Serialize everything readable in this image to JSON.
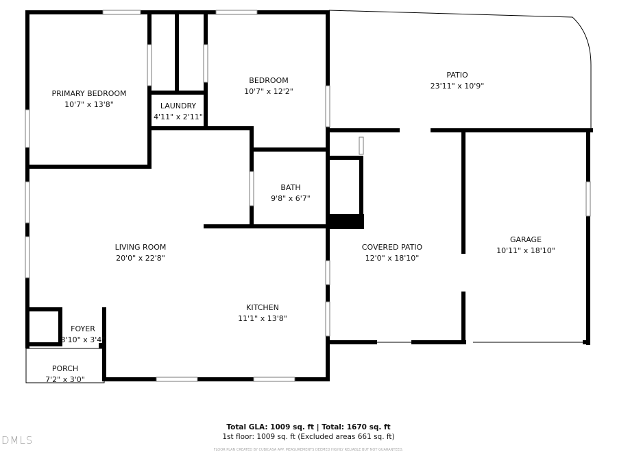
{
  "rooms": [
    {
      "name": "PRIMARY BEDROOM",
      "size": "10'7\" x 13'8\""
    },
    {
      "name": "LAUNDRY",
      "size": "4'11\" x 2'11\""
    },
    {
      "name": "BEDROOM",
      "size": "10'7\" x 12'2\""
    },
    {
      "name": "PATIO",
      "size": "23'11\" x 10'9\""
    },
    {
      "name": "BATH",
      "size": "9'8\" x 6'7\""
    },
    {
      "name": "LIVING ROOM",
      "size": "20'0\" x 22'8\""
    },
    {
      "name": "COVERED PATIO",
      "size": "12'0\" x 18'10\""
    },
    {
      "name": "GARAGE",
      "size": "10'11\" x 18'10\""
    },
    {
      "name": "KITCHEN",
      "size": "11'1\" x 13'8\""
    },
    {
      "name": "FOYER",
      "size": "3'10\" x 3'4\""
    },
    {
      "name": "PORCH",
      "size": "7'2\" x 3'0\""
    }
  ],
  "footer": {
    "totals": "Total GLA: 1009 sq. ft | Total: 1670 sq. ft",
    "floor": "1st floor: 1009 sq. ft (Excluded areas 661 sq. ft)",
    "disclaimer": "FLOOR PLAN CREATED BY CUBICASA APP. MEASUREMENTS DEEMED HIGHLY RELIABLE BUT NOT GUARANTEED.",
    "logo": "DMLS"
  }
}
